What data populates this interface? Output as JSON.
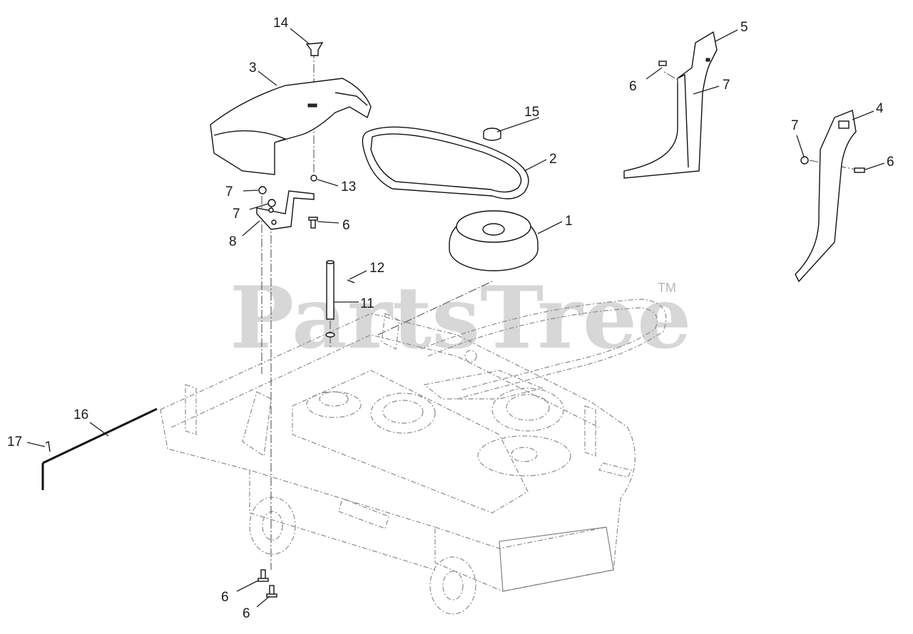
{
  "watermark": {
    "brand": "PartsTree",
    "trademark": "TM"
  },
  "callouts": {
    "c1": "1",
    "c2": "2",
    "c3": "3",
    "c4": "4",
    "c5": "5",
    "c6a": "6",
    "c6b": "6",
    "c6c": "6",
    "c6d": "6",
    "c6e": "6",
    "c7a": "7",
    "c7b": "7",
    "c7c": "7",
    "c7d": "7",
    "c8": "8",
    "c11": "11",
    "c12": "12",
    "c13": "13",
    "c14": "14",
    "c15": "15",
    "c16": "16",
    "c17": "17"
  }
}
